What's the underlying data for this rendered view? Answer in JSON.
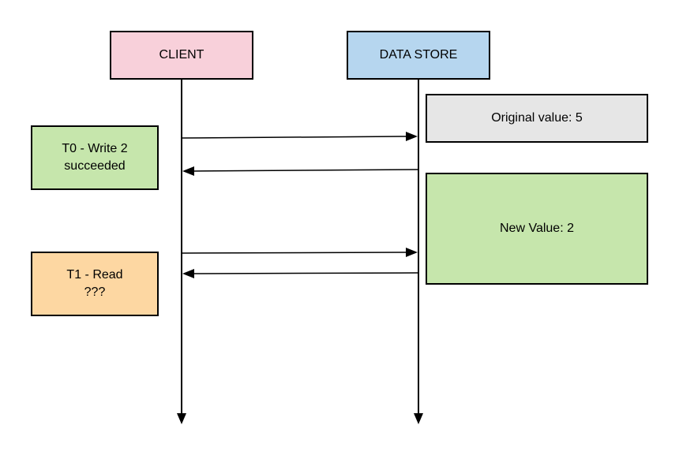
{
  "participants": {
    "client": "CLIENT",
    "store": "DATA STORE"
  },
  "notes": {
    "original": "Original value: 5",
    "new_value": "New Value: 2",
    "t0_line1": "T0 - Write 2",
    "t0_line2": "succeeded",
    "t1_line1": "T1 - Read",
    "t1_line2": "???"
  },
  "colors": {
    "client_fill": "#f8d0da",
    "store_fill": "#b6d6ef",
    "original_fill": "#e6e6e6",
    "new_value_fill": "#c6e6ac",
    "t0_fill": "#c6e6ac",
    "t1_fill": "#fdd7a2"
  }
}
